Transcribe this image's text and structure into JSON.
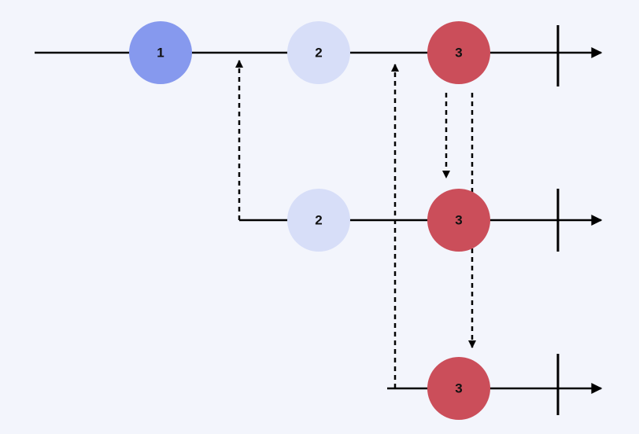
{
  "colors": {
    "background": "#f3f5fc",
    "line": "#000000",
    "marble_blue": "#8699ee",
    "marble_light": "#d7def8",
    "marble_red": "#cb4e5a"
  },
  "timelines": [
    {
      "name": "top",
      "marbles": [
        {
          "label": "1",
          "style": "blue"
        },
        {
          "label": "2",
          "style": "light"
        },
        {
          "label": "3",
          "style": "red"
        }
      ]
    },
    {
      "name": "middle",
      "marbles": [
        {
          "label": "2",
          "style": "light"
        },
        {
          "label": "3",
          "style": "red"
        }
      ]
    },
    {
      "name": "bottom",
      "marbles": [
        {
          "label": "3",
          "style": "red"
        }
      ]
    }
  ]
}
